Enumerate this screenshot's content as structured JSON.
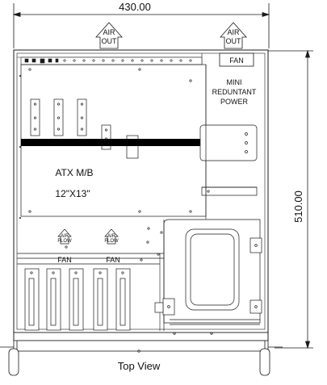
{
  "dimensions": {
    "width": "430.00",
    "depth": "510.00"
  },
  "labels": {
    "air_out_top": "AIR",
    "air_out_bottom": "OUT",
    "fan": "FAN",
    "power_line1": "MINI",
    "power_line2": "REDUNTANT",
    "power_line3": "POWER",
    "mb_name": "ATX M/B",
    "mb_size": "12\"X13\"",
    "air_flow_top": "AIR",
    "air_flow_bottom": "FLOW",
    "caption": "Top View"
  },
  "colors": {
    "line": "#1a1a1a",
    "bar": "#000000",
    "background": "#ffffff"
  }
}
